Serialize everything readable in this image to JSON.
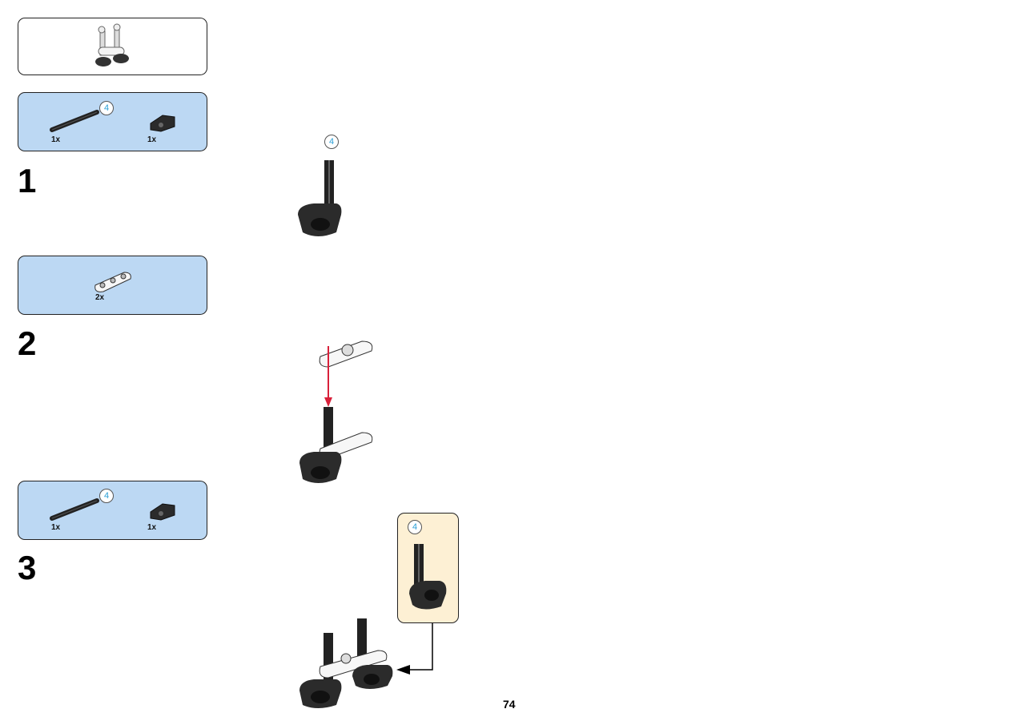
{
  "submodel_preview": {
    "icon": "leg-assembly-icon"
  },
  "steps": [
    {
      "number": "1",
      "parts": [
        {
          "icon": "axle-icon",
          "length": "4",
          "quantity": "1x"
        },
        {
          "icon": "axle-connector-icon",
          "quantity": "1x"
        }
      ],
      "assembly_callout": "4"
    },
    {
      "number": "2",
      "parts": [
        {
          "icon": "beam-3-icon",
          "quantity": "2x"
        }
      ]
    },
    {
      "number": "3",
      "parts": [
        {
          "icon": "axle-icon",
          "length": "4",
          "quantity": "1x"
        },
        {
          "icon": "axle-connector-icon",
          "quantity": "1x"
        }
      ],
      "subassembly_callout": "4"
    }
  ],
  "page_number": "74",
  "colors": {
    "parts_box": "#bcd8f3",
    "subassembly_box": "#fdf0d4",
    "arrow_red": "#d9203a",
    "length_callout_text": "#2a9fd6"
  }
}
